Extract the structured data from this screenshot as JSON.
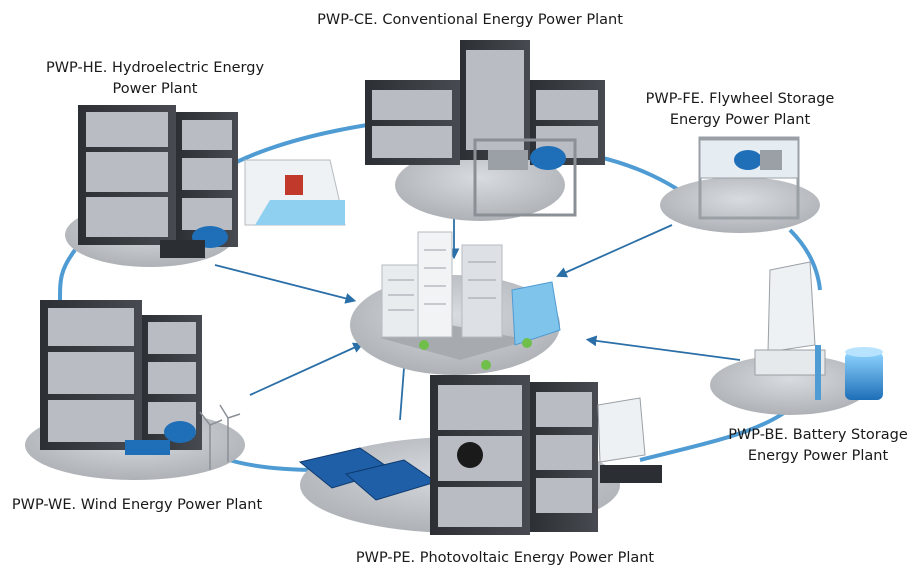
{
  "labels": {
    "ce": [
      "PWP-CE. Conventional Energy Power Plant"
    ],
    "he": [
      "PWP-HE. Hydroelectric Energy",
      "Power Plant"
    ],
    "fe": [
      "PWP-FE. Flywheel Storage",
      "Energy Power Plant"
    ],
    "we": [
      "PWP-WE. Wind Energy Power Plant"
    ],
    "be": [
      "PWP-BE. Battery Storage",
      "Energy Power Plant"
    ],
    "pe": [
      "PWP-PE. Photovoltaic Energy Power Plant"
    ]
  },
  "colors": {
    "ring": "#4f9bd3",
    "arrow": "#2b6fa8",
    "platform": "#c9ccd0",
    "cabinet": "#3a3d42",
    "panel": "#b9bcc2",
    "building": "#e9ecef",
    "glass": "#7fc4ea"
  }
}
